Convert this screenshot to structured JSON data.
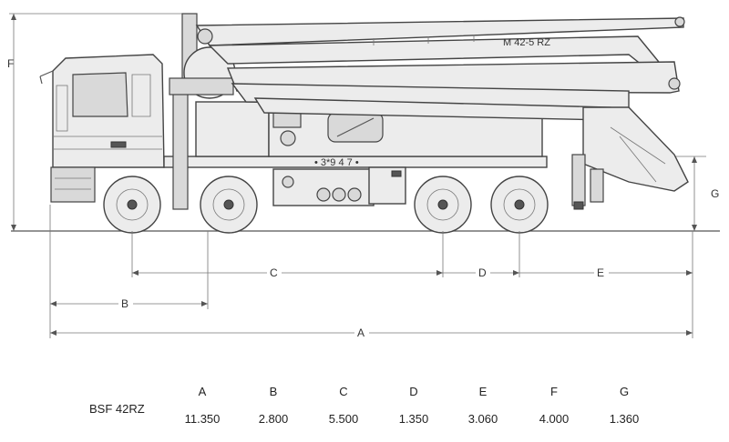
{
  "drawing": {
    "boom_label": "M 42-5 RZ",
    "chassis_mark": "• 3*9 4 7 •",
    "dimension_letters": {
      "A": "A",
      "B": "B",
      "C": "C",
      "D": "D",
      "E": "E",
      "F": "F",
      "G": "G"
    }
  },
  "spec_table": {
    "model": "BSF 42RZ",
    "columns": [
      {
        "label": "A",
        "value": "11.350"
      },
      {
        "label": "B",
        "value": "2.800"
      },
      {
        "label": "C",
        "value": "5.500"
      },
      {
        "label": "D",
        "value": "1.350"
      },
      {
        "label": "E",
        "value": "3.060"
      },
      {
        "label": "F",
        "value": "4.000"
      },
      {
        "label": "G",
        "value": "1.360"
      }
    ]
  }
}
